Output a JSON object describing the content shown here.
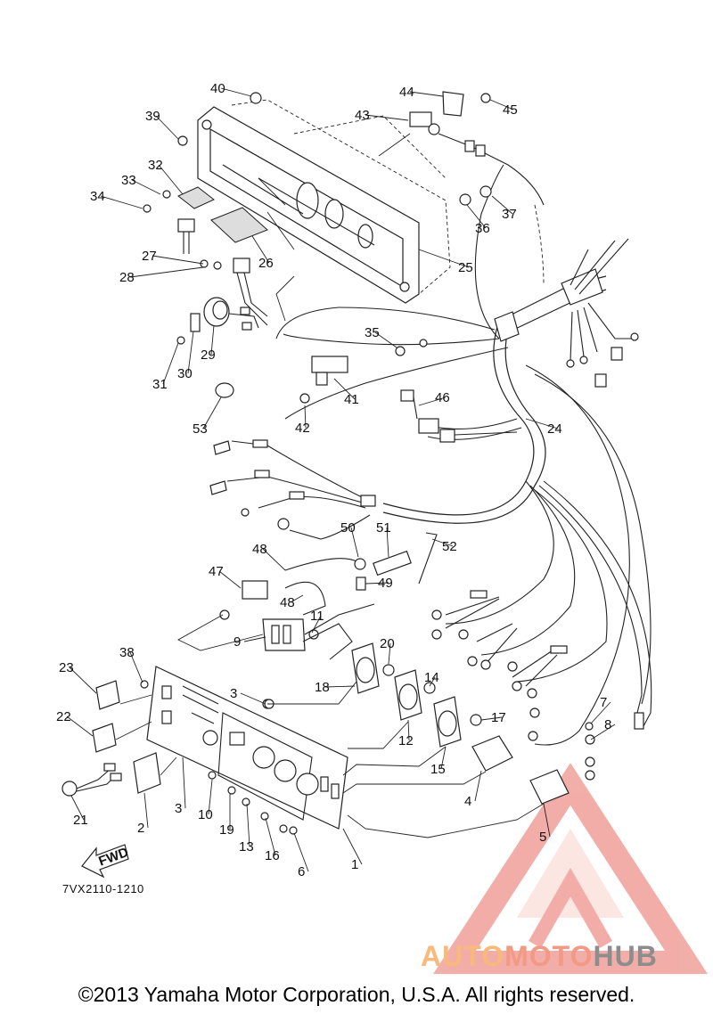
{
  "diagram": {
    "drawing_code": "7VX2110-1210",
    "fwd_arrow_label": "FWD",
    "copyright": "©2013 Yamaha Motor Corporation, U.S.A. All rights reserved.",
    "watermark": {
      "part1": "AUTO",
      "part2": "MOTO",
      "part3": "HUB"
    },
    "callouts": [
      "1",
      "2",
      "3",
      "3",
      "4",
      "5",
      "6",
      "7",
      "8",
      "9",
      "10",
      "11",
      "12",
      "13",
      "14",
      "15",
      "16",
      "17",
      "18",
      "19",
      "20",
      "21",
      "22",
      "23",
      "24",
      "25",
      "26",
      "27",
      "28",
      "29",
      "30",
      "31",
      "32",
      "33",
      "34",
      "35",
      "36",
      "37",
      "38",
      "39",
      "40",
      "41",
      "42",
      "43",
      "44",
      "45",
      "46",
      "47",
      "48",
      "48",
      "49",
      "50",
      "51",
      "52",
      "53"
    ]
  }
}
